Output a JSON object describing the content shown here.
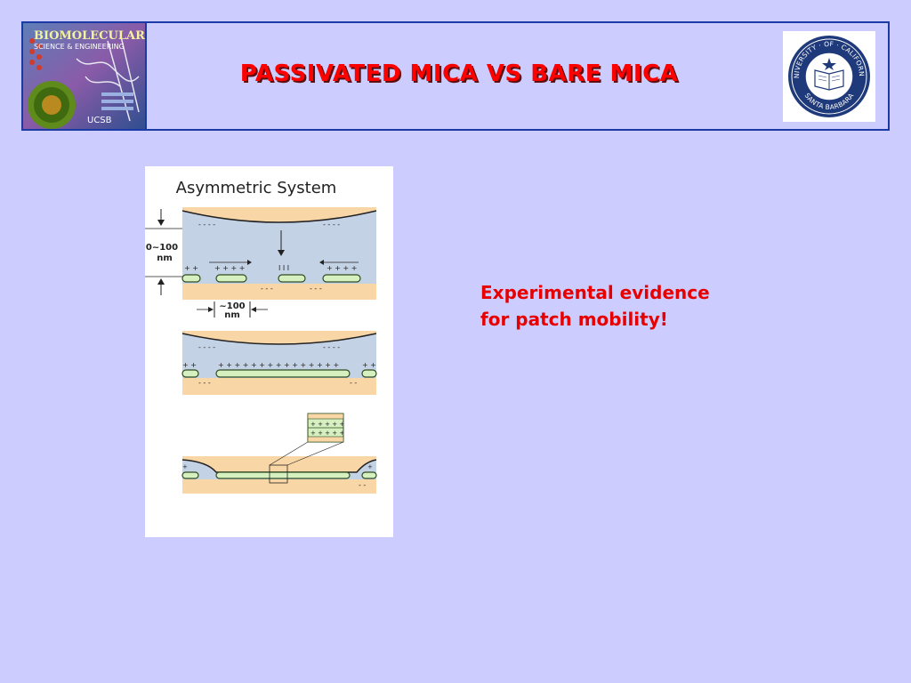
{
  "header": {
    "title": "PASSIVATED MICA VS BARE MICA",
    "logo_left": {
      "line1": "BIOMOLECULAR",
      "line2": "SCIENCE & ENGINEERING",
      "line3": "UCSB"
    },
    "seal": {
      "top": "UNIVERSITY · OF · CALIFORNIA",
      "bottom": "SANTA BARBARA"
    }
  },
  "figure": {
    "title": "Asymmetric System",
    "gap_label_1": "0~100",
    "gap_label_2": "nm",
    "patch_label_1": "~100",
    "patch_label_2": "nm",
    "colors": {
      "beige": "#f9d6a6",
      "water": "#c4d2e6",
      "patch": "#d6f0c0",
      "patch_stroke": "#2e4d20"
    }
  },
  "text": {
    "line1": "Experimental evidence",
    "line2": "for patch mobility!"
  }
}
